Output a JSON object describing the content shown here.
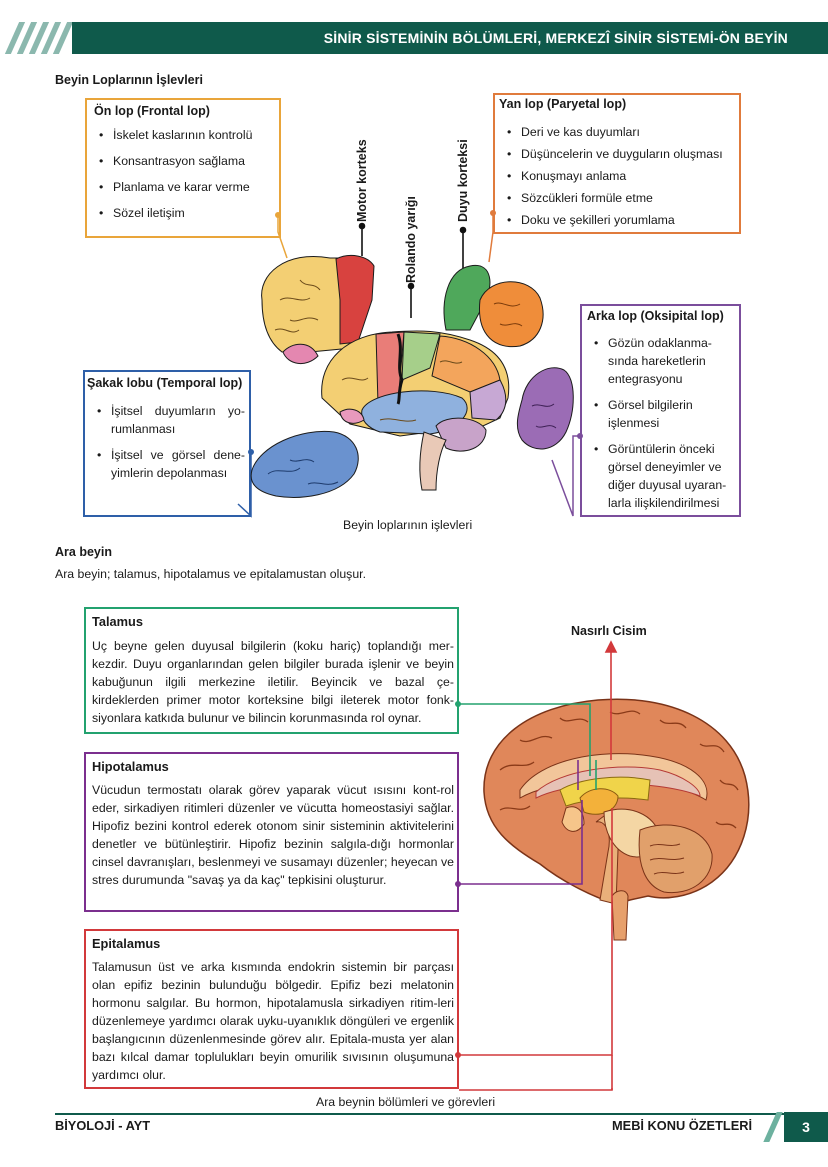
{
  "header": {
    "title": "SİNİR SİSTEMİNİN BÖLÜMLERİ, MERKEZÎ SİNİR SİSTEMİ-ÖN BEYİN"
  },
  "section1": {
    "heading": "Beyin Loplarının İşlevleri"
  },
  "frontal": {
    "title": "Ön lop (Frontal lop)",
    "items": [
      "İskelet kaslarının kontrolü",
      "Konsantrasyon sağlama",
      "Planlama ve karar verme",
      "Sözel iletişim"
    ]
  },
  "parietal": {
    "title": "Yan lop (Paryetal lop)",
    "items": [
      "Deri ve kas duyumları",
      "Düşüncelerin ve duyguların oluşması",
      "Konuşmayı anlama",
      "Sözcükleri formüle etme",
      "Doku ve şekilleri yorumlama"
    ]
  },
  "occipital": {
    "title": "Arka lop (Oksipital lop)",
    "items": [
      "Gözün odaklanma-sında hareketlerin entegrasyonu",
      "Görsel bilgilerin işlenmesi",
      "Görüntülerin önceki görsel deneyimler ve diğer duyusal uyaran-larla ilişkilendirilmesi"
    ]
  },
  "temporal": {
    "title": "Şakak lobu (Temporal lop)",
    "items": [
      "İşitsel duyumların yo-rumlanması",
      "İşitsel ve görsel dene-yimlerin depolanması"
    ]
  },
  "brain_labels": {
    "motor": "Motor korteks",
    "rolando": "Rolando yarığı",
    "sensory": "Duyu korteksi"
  },
  "figure1_caption": "Beyin loplarının işlevleri",
  "section2": {
    "heading": "Ara beyin",
    "text": "Ara beyin; talamus, hipotalamus ve epitalamustan oluşur."
  },
  "talamus": {
    "title": "Talamus",
    "text": "Uç beyne gelen duyusal bilgilerin (koku hariç) toplandığı mer-kezdir. Duyu organlarından gelen bilgiler burada işlenir ve beyin kabuğunun ilgili merkezine iletilir. Beyincik ve bazal çe-kirdeklerden primer motor korteksine bilgi ileterek motor fonk-siyonlara katkıda bulunur ve bilincin korunmasında rol oynar."
  },
  "hipotalamus": {
    "title": "Hipotalamus",
    "text": "Vücudun termostatı olarak görev yaparak vücut ısısını kont-rol eder, sirkadiyen ritimleri düzenler ve vücutta homeostasiyi sağlar. Hipofiz bezini kontrol ederek otonom sinir sisteminin aktivitelerini denetler ve bütünleştirir. Hipofiz bezinin salgıla-dığı hormonlar cinsel davranışları, beslenmeyi ve susamayı düzenler; heyecan ve stres durumunda \"savaş ya da kaç\" tepkisini oluşturur."
  },
  "epitalamus": {
    "title": "Epitalamus",
    "text": "Talamusun üst ve arka kısmında endokrin sistemin bir parçası olan epifiz bezinin bulunduğu bölgedir. Epifiz bezi melatonin hormonu salgılar. Bu hormon, hipotalamusla sirkadiyen ritim-leri düzenlemeye yardımcı olarak uyku-uyanıklık döngüleri ve ergenlik başlangıcının düzenlenmesinde görev alır. Epitala-musta yer alan bazı kılcal damar toplulukları beyin omurilik sıvısının oluşumuna yardımcı olur."
  },
  "nasirli": "Nasırlı Cisim",
  "figure2_caption": "Ara beynin bölümleri ve görevleri",
  "footer": {
    "left": "BİYOLOJİ - AYT",
    "right": "MEBİ KONU ÖZETLERİ",
    "page": "3"
  },
  "colors": {
    "header": "#0f5a4b",
    "frontal": "#e9a53a",
    "parietal": "#e07b3c",
    "occipital": "#7b4e9c",
    "temporal": "#2e5fa8",
    "talamus": "#23a26f",
    "hipotalamus": "#7b2f8e",
    "epitalamus": "#d2393b"
  }
}
